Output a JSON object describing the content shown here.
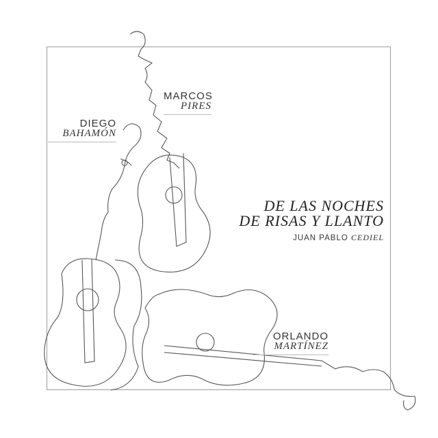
{
  "album": {
    "title_line1": "DE LAS NOCHES",
    "title_line2": "DE RISAS Y LLANTO",
    "artist_first": "JUAN PABLO",
    "artist_last": "CEDIEL"
  },
  "musicians": [
    {
      "first": "MARCOS",
      "last": "PIRES"
    },
    {
      "first": "DIEGO",
      "last": "BAHAMÓN"
    },
    {
      "first": "ORLANDO",
      "last": "MARTÍNEZ"
    }
  ],
  "colors": {
    "line": "#555555",
    "frame": "#9a9a9a",
    "background": "#ffffff"
  }
}
